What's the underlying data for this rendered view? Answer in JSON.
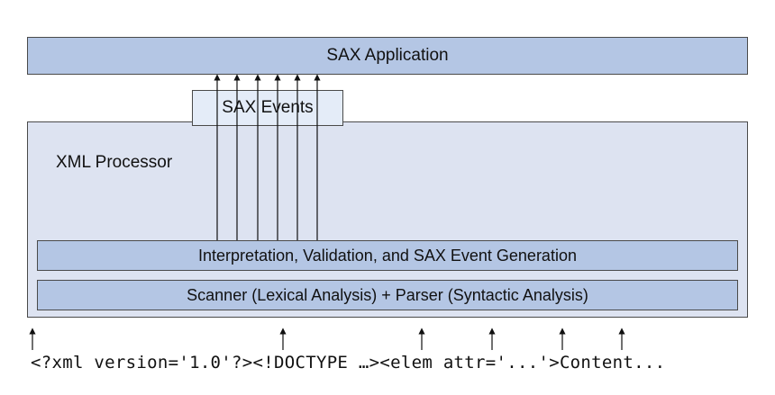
{
  "diagram": {
    "sax_application": "SAX Application",
    "sax_events": "SAX Events",
    "xml_processor": "XML Processor",
    "interpretation_layer": "Interpretation, Validation, and SAX Event Generation",
    "scanner_layer": "Scanner (Lexical Analysis) + Parser (Syntactic Analysis)",
    "xml_input": "<?xml version='1.0'?><!DOCTYPE …><elem attr='...'>Content...",
    "event_arrow_count": 6,
    "input_arrow_count": 6
  }
}
